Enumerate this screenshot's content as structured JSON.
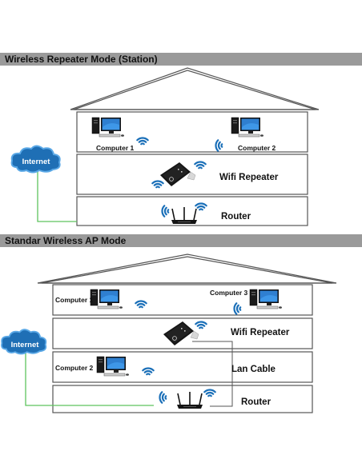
{
  "diagram1": {
    "title": "Wireless Repeater Mode (Station)",
    "internet": "Internet",
    "computer_1": "Computer 1",
    "computer_2": "Computer 2",
    "repeater": "Wifi Repeater",
    "router": "Router"
  },
  "diagram2": {
    "title": "Standar Wireless AP Mode",
    "internet": "Internet",
    "computer_1": "Computer 1",
    "computer_3": "Computer 3",
    "computer_2": "Computer 2",
    "repeater": "Wifi Repeater",
    "lan_cable": "Lan Cable",
    "router": "Router"
  },
  "colors": {
    "banner": "#9a9a9a",
    "house_line": "#555555",
    "internet_cloud": "#1f6fb5",
    "green_link": "#5ec45e",
    "wifi_wave": "#1a6fb8"
  },
  "icons": [
    "computer-icon",
    "monitor-icon",
    "wifi-signal-icon",
    "repeater-device-icon",
    "router-icon",
    "cloud-icon"
  ]
}
